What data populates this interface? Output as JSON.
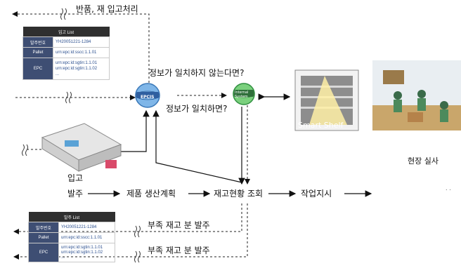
{
  "labels": {
    "return_restock": "반품, 재 입고처리",
    "mismatch_question": "정보가 일치하지 않는다면?",
    "match_question": "정보가 일치하면?",
    "smart_shelf": "Smart Shelf",
    "receiving": "입고",
    "order": "발주",
    "production_plan": "제품 생산계획",
    "stock_check": "재고현황 조회",
    "work_order": "작업지시",
    "site_inspection": "현장 실사",
    "shortage_order_1": "부족 재고 분 발주",
    "shortage_order_2": "부족 재고 분 발주",
    "epcis_icon_text": "EPCIS",
    "internal_system_icon_text": "Internal System",
    "dots": ". ."
  },
  "receipt_list": {
    "title": "입고 List",
    "rows": [
      {
        "key": "발주번호",
        "value": "YH20051221-1284"
      },
      {
        "key": "Pallet",
        "value": "urn:epc:id:sscc:1.1.01"
      },
      {
        "key": "EPC",
        "value": "urn:epc:id:sgtin:1.1.01",
        "value2": "urn:epc:id:sgtin:1.1.02",
        "value3": "..."
      }
    ]
  },
  "order_list": {
    "title": "발주 List",
    "rows": [
      {
        "key": "발주번호",
        "value": "YH20051221-1284"
      },
      {
        "key": "Pallet",
        "value": "urn:epc:id:sscc:1.1.01"
      },
      {
        "key": "EPC",
        "value": "urn:epc:id:sgtin:1.1.01",
        "value2": "urn:epc:id:sgtin:1.1.02",
        "value3": "..."
      }
    ]
  }
}
